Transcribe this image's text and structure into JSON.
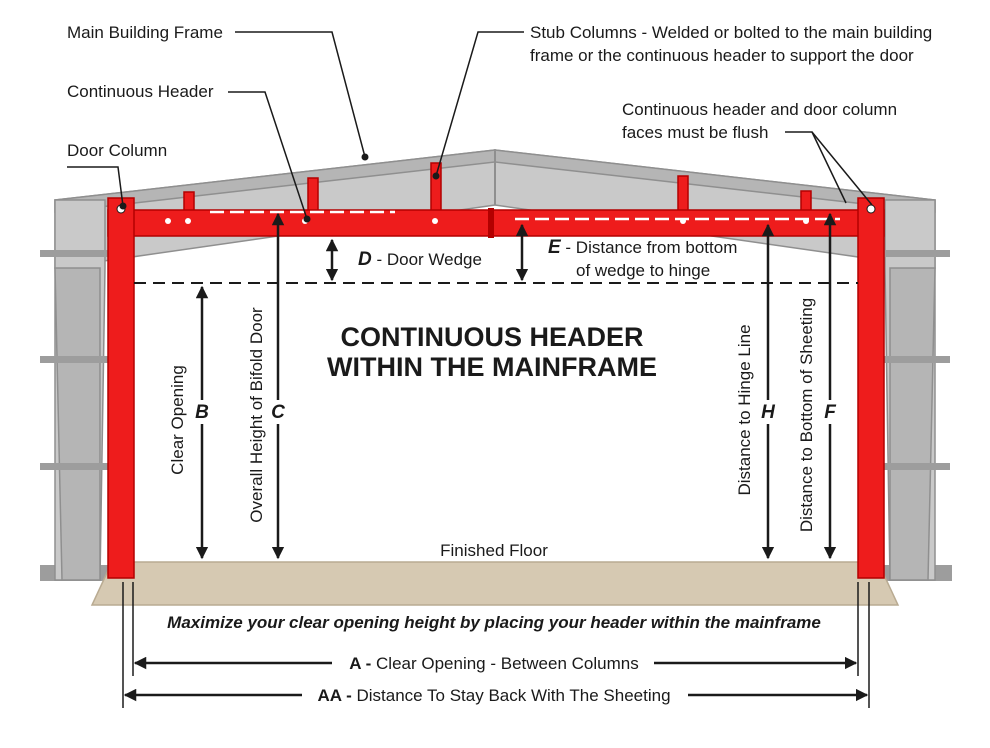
{
  "labels": {
    "main_frame": "Main Building Frame",
    "continuous_header": "Continuous Header",
    "door_column": "Door Column",
    "stub_columns_1": "Stub Columns - Welded or bolted to the main building",
    "stub_columns_2": "frame or the continuous header to support the door",
    "flush_1": "Continuous header and door column",
    "flush_2": "faces must be flush",
    "title_1": "CONTINUOUS HEADER",
    "title_2": "WITHIN THE MAINFRAME",
    "finished_floor": "Finished Floor",
    "note": "Maximize your clear opening height by placing your header within the mainframe"
  },
  "dimensions": {
    "d_letter": "D",
    "d_text": " - Door Wedge",
    "e_letter": "E",
    "e_text_1": " - Distance from bottom",
    "e_text_2": "of wedge to hinge",
    "b_letter": "B",
    "b_text": "Clear Opening",
    "c_letter": "C",
    "c_text": "Overall Height of Bifold Door",
    "h_letter": "H",
    "h_text": "Distance to Hinge Line",
    "f_letter": "F",
    "f_text": "Distance to Bottom of Sheeting",
    "a_letter": "A -",
    "a_text": " Clear Opening - Between Columns",
    "aa_letter": "AA -",
    "aa_text": " Distance To Stay Back With The Sheeting"
  },
  "colors": {
    "frame_red": "#ee1c1c",
    "steel_gray": "#c9c9c9",
    "floor": "#d6c9b2"
  }
}
